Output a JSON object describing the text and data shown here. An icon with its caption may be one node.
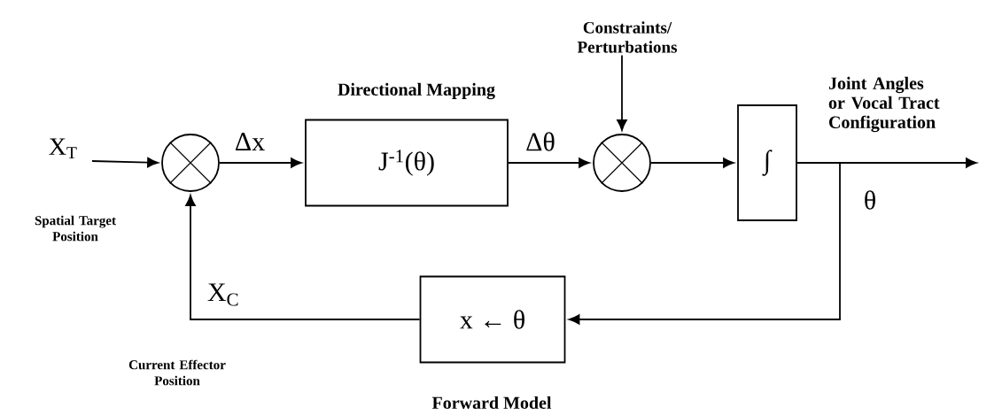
{
  "diagram": {
    "nodes": [
      {
        "text": [
          "X$_{T}$"
        ],
        "beside": [
          "Spatial Target Position"
        ]
      },
      {
        "text": [],
        "shape": "circle"
      },
      {
        "text": [
          "Directional Mapping",
          "J$^{-1}$(θ)"
        ]
      },
      {
        "text": [
          "Constraints/ Perturbations"
        ]
      },
      {
        "text": [],
        "shape": "circle"
      },
      {
        "text": [
          "∫"
        ]
      },
      {
        "text": [
          "x ← θ",
          "Forward Model"
        ]
      }
    ],
    "edges": [
      {
        "from": 0,
        "to": 1,
        "arrow": "to"
      },
      {
        "from": 1,
        "to": 2,
        "arrow": "to",
        "label": "Δx"
      },
      {
        "from": 2,
        "to": 4,
        "arrow": "to",
        "label": "Δθ"
      },
      {
        "from": 3,
        "to": 4,
        "arrow": "to"
      },
      {
        "from": 4,
        "to": 5,
        "arrow": "to"
      },
      {
        "from": 5,
        "to": null,
        "arrow": "to",
        "label": "Joint Angles or Vocal Tract Configuration"
      },
      {
        "from": 5,
        "to": 6,
        "arrow": "to",
        "label": "θ"
      },
      {
        "from": 6,
        "to": 1,
        "arrow": "to",
        "label": "X$_{C}$"
      }
    ],
    "labels": [
      "Current Effector Position"
    ]
  }
}
